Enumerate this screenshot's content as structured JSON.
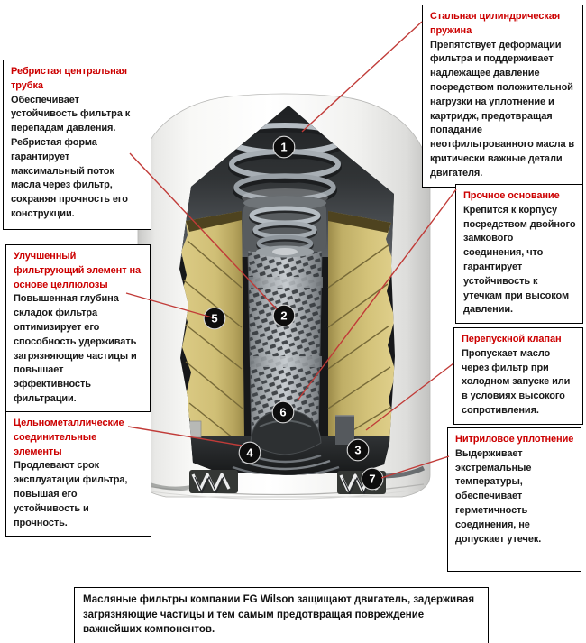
{
  "page": {
    "background": "#ffffff"
  },
  "accent": {
    "title_red": "#cc0000",
    "leader_line_red": "#c13b38",
    "box_border": "#000000"
  },
  "callouts": {
    "spring": {
      "marker": "1",
      "title": "Стальная цилиндрическая пружина",
      "body": "Препятствует деформации фильтра и поддерживает надлежащее давление посредством положительной нагрузки на уплотнение и картридж, предотвращая попадание неотфильтрованного масла в критически важные детали двигателя."
    },
    "tube": {
      "marker": "2",
      "title": "Ребристая центральная трубка",
      "body": "Обеспечивает устойчивость фильтра к перепадам давления. Ребристая форма гарантирует максимальный поток масла через фильтр, сохраняя прочность его конструкции."
    },
    "filter_media": {
      "marker": "5",
      "title": "Улучшенный фильтрующий элемент на основе целлюлозы",
      "body": "Повышенная глубина складок фильтра оптимизирует его способность удерживать загрязняющие частицы и повышает эффективность фильтрации."
    },
    "metal_joints": {
      "marker": "4",
      "title": "Цельнометаллические соединительные элементы",
      "body": "Продлевают срок эксплуатации фильтра, повышая его устойчивость и прочность."
    },
    "base": {
      "marker": "3",
      "title": "Прочное основание",
      "body": "Крепится к корпусу посредством двойного замкового соединения, что гарантирует устойчивость к утечкам при высоком давлении."
    },
    "bypass_valve": {
      "marker": "6",
      "title": "Перепускной клапан",
      "body": "Пропускает масло через фильтр при холодном запуске или в условиях высокого сопротивления."
    },
    "seal": {
      "marker": "7",
      "title": "Нитриловое уплотнение",
      "body": "Выдерживает экстремальные температуры, обеспечивает герметичность соединения, не допускает утечек."
    }
  },
  "markers": {
    "m1": "1",
    "m2": "2",
    "m3": "3",
    "m4": "4",
    "m5": "5",
    "m6": "6",
    "m7": "7"
  },
  "caption": {
    "text": "Масляные фильтры компании FG Wilson защищают двигатель, задерживая загрязняющие частицы и тем самым предотвращая повреждение важнейших компонентов."
  }
}
